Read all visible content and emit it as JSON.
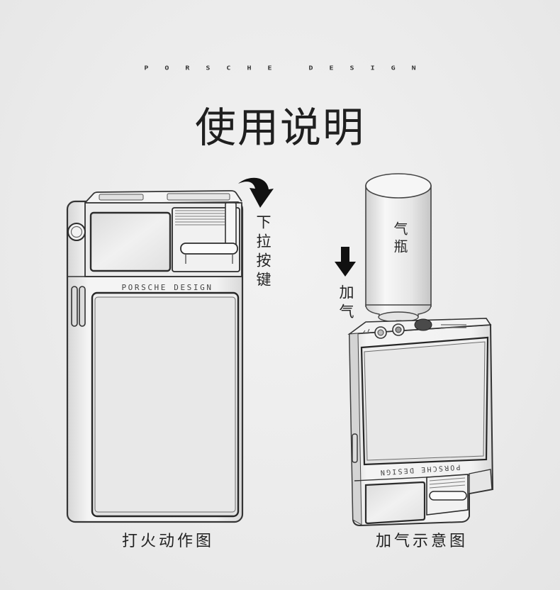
{
  "brand": {
    "wordmark": "PORSCHE DESIGN"
  },
  "page": {
    "title": "使用说明"
  },
  "ignition_figure": {
    "instruction": "下拉按键",
    "lighter_logo": "PORSCHE DESIGN",
    "caption": "打火动作图",
    "arrow_icon": "curved-down-arrow-icon"
  },
  "refill_figure": {
    "canister_label": "气瓶",
    "instruction": "加气",
    "lighter_logo": "PORSCHE DESIGN",
    "caption": "加气示意图",
    "arrow_icon": "down-arrow-icon"
  },
  "colors": {
    "background": "#ebebeb",
    "ink": "#222222",
    "arrow": "#111111"
  }
}
